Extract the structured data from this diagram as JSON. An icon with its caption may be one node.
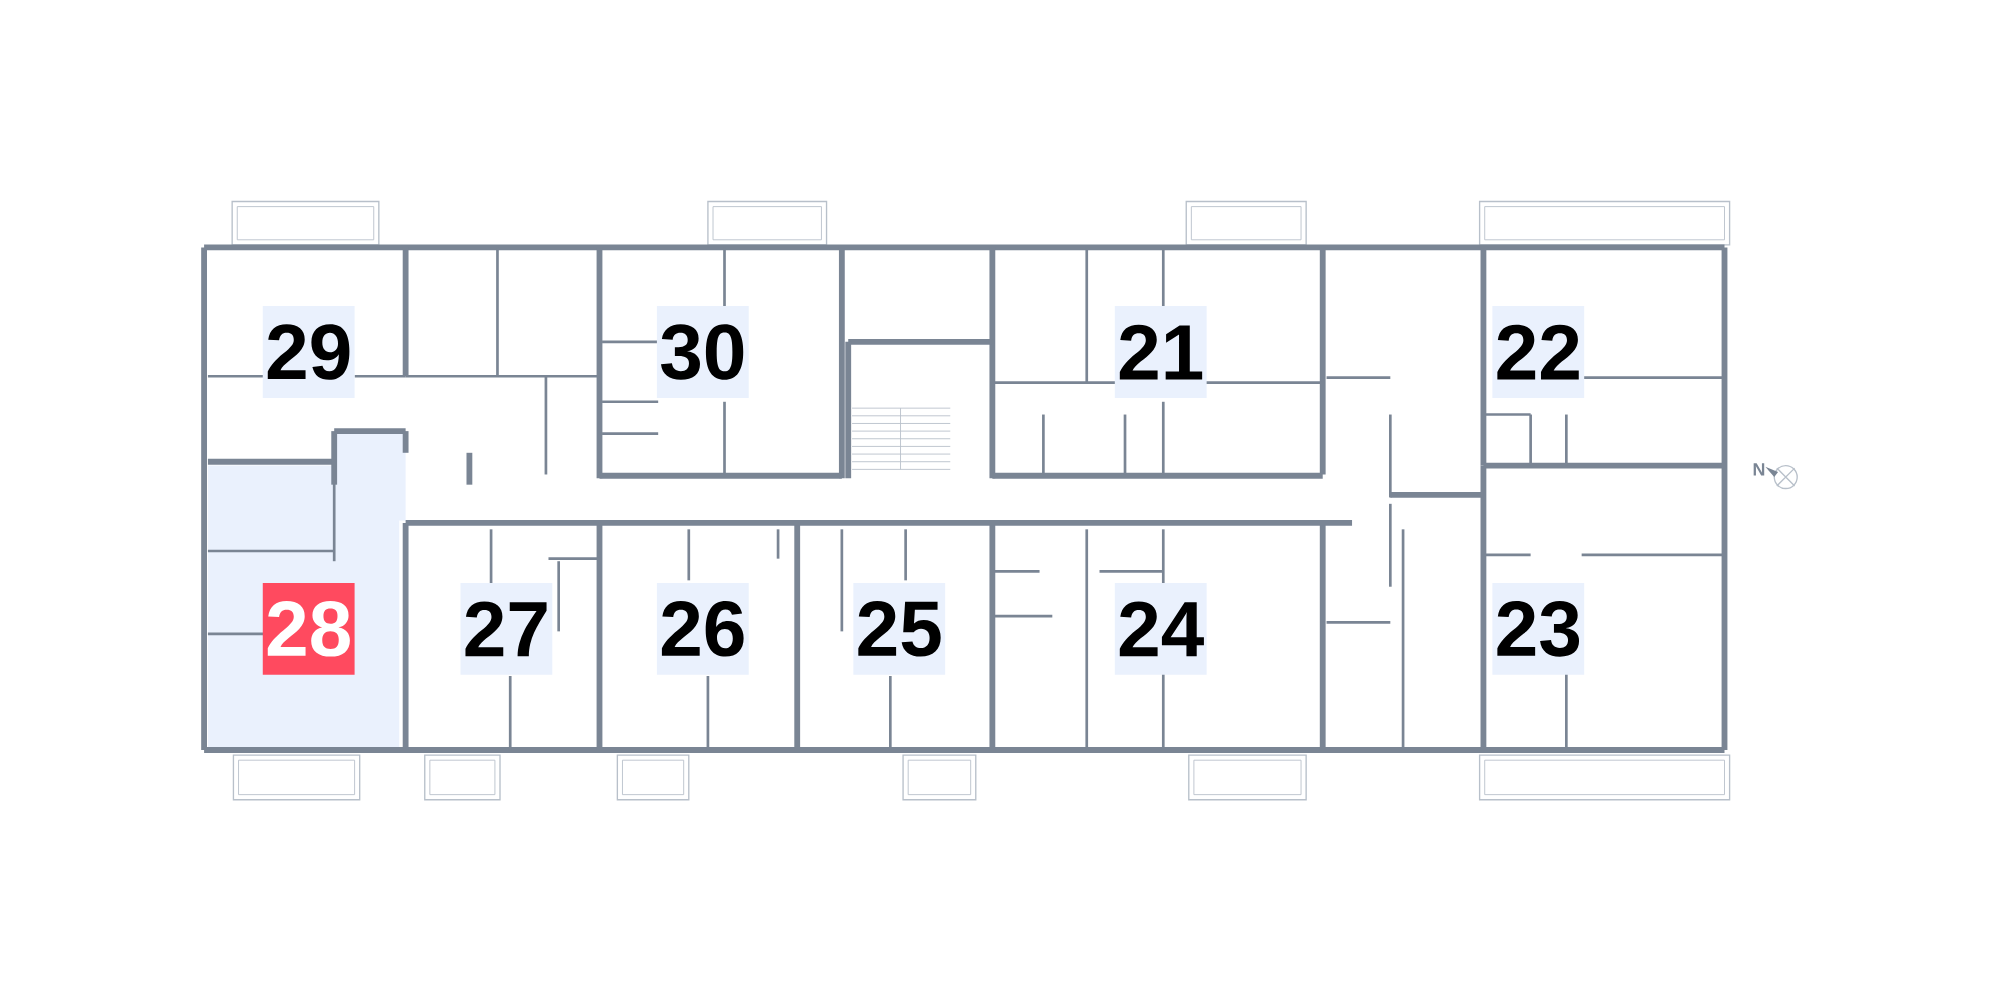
{
  "diagram": {
    "nodes": [
      {
        "text": [
          "29"
        ]
      },
      {
        "text": [
          "30"
        ]
      },
      {
        "text": [
          "21"
        ]
      },
      {
        "text": [
          "22"
        ]
      },
      {
        "text": [],
        "shape": "box"
      },
      {
        "text": [
          "28"
        ],
        "in": 4
      },
      {
        "text": [
          "27"
        ]
      },
      {
        "text": [
          "26"
        ]
      },
      {
        "text": [
          "25"
        ]
      },
      {
        "text": [
          "24"
        ]
      },
      {
        "text": [
          "23"
        ]
      }
    ],
    "labels": [
      "N"
    ]
  }
}
